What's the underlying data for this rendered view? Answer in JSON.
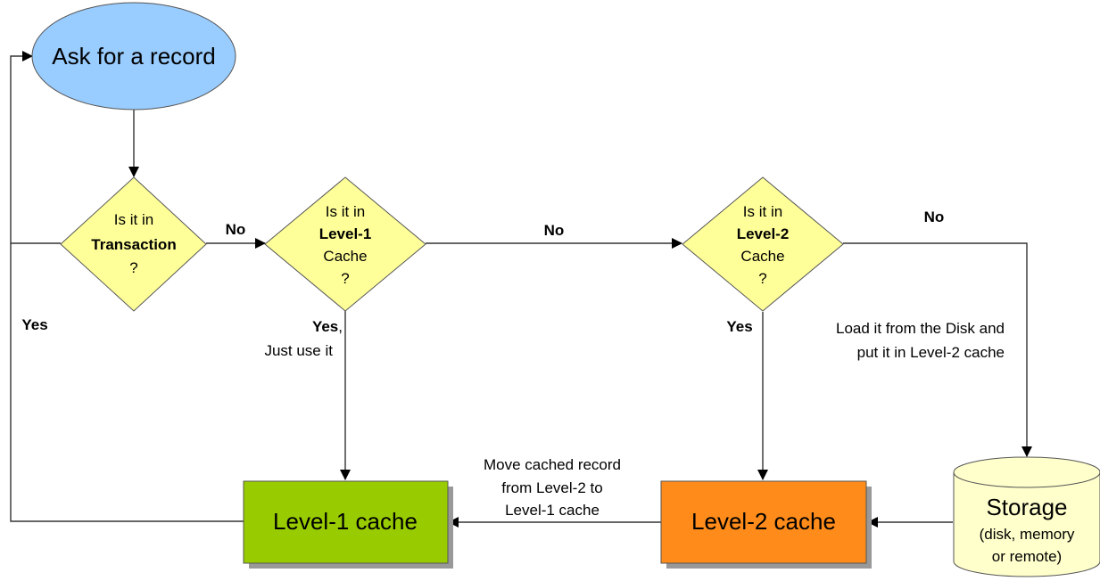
{
  "nodes": {
    "start": {
      "label": "Ask for a record"
    },
    "transaction": {
      "line1": "Is it in",
      "line2": "Transaction",
      "line3": "?"
    },
    "level1_decision": {
      "line1": "Is it in",
      "line2": "Level-1",
      "line3": "Cache",
      "line4": "?"
    },
    "level2_decision": {
      "line1": "Is it in",
      "line2": "Level-2",
      "line3": "Cache",
      "line4": "?"
    },
    "level1_cache": {
      "label": "Level-1 cache"
    },
    "level2_cache": {
      "label": "Level-2 cache"
    },
    "storage": {
      "title": "Storage",
      "line1": "(disk, memory",
      "line2": "or remote)"
    }
  },
  "edge_labels": {
    "no_transaction": "No",
    "no_level1": "No",
    "no_level2": "No",
    "yes_transaction": "Yes",
    "yes_level1_bold": "Yes",
    "yes_level1_rest": ",",
    "yes_level1_line2": "Just use it",
    "yes_level2": "Yes",
    "load_disk_line1": "Load it from the Disk and",
    "load_disk_line2": "put it in Level-2 cache",
    "move_line1": "Move cached record",
    "move_line2": "from Level-2 to",
    "move_line3": "Level-1 cache"
  },
  "colors": {
    "start_fill": "#99ccff",
    "decision_fill": "#ffff99",
    "level1_fill": "#99cc00",
    "level2_fill": "#ff8c1a",
    "storage_fill": "#ffffcc",
    "shadow": "#999999",
    "stroke": "#555555"
  }
}
